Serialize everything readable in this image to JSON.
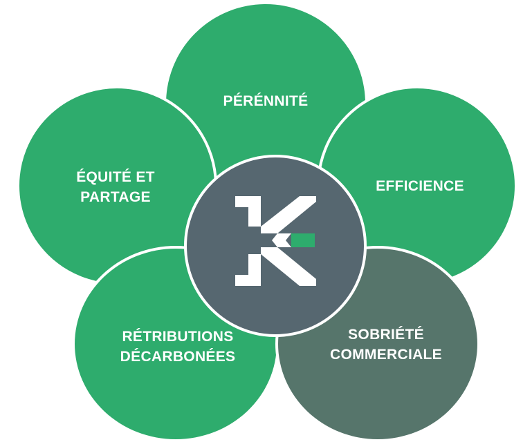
{
  "colors": {
    "green": "#2eac6d",
    "dark_green": "#56756b",
    "hub": "#566770",
    "white": "#ffffff",
    "logo_accent": "#2eac6d"
  },
  "petals": {
    "perennite": {
      "label": "PÉRÉNNITÉ"
    },
    "equite": {
      "label_line1": "ÉQUITÉ ET",
      "label_line2": "PARTAGE"
    },
    "efficience": {
      "label": "EFFICIENCE"
    },
    "retributions": {
      "label_line1": "RÉTRIBUTIONS",
      "label_line2": "DÉCARBONÉES"
    },
    "sobriete": {
      "label_line1": "SOBRIÉTÉ",
      "label_line2": "COMMERCIALE"
    }
  },
  "hub": {
    "logo_icon": "k-logo-icon"
  }
}
